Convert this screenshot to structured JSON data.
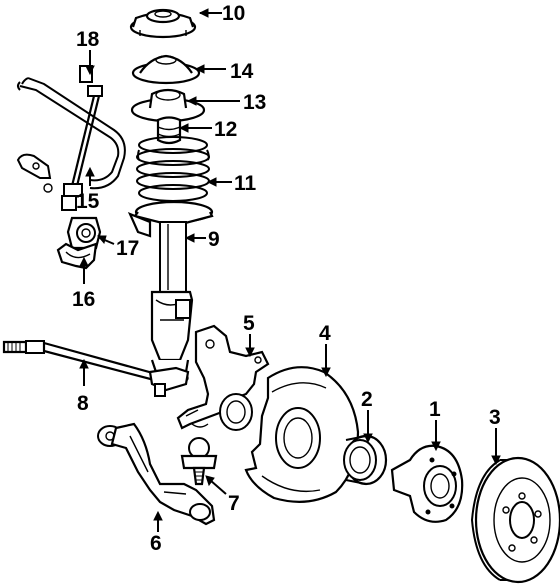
{
  "diagram": {
    "parts": [
      {
        "id": "1",
        "label": "1"
      },
      {
        "id": "2",
        "label": "2"
      },
      {
        "id": "3",
        "label": "3"
      },
      {
        "id": "4",
        "label": "4"
      },
      {
        "id": "5",
        "label": "5"
      },
      {
        "id": "6",
        "label": "6"
      },
      {
        "id": "7",
        "label": "7"
      },
      {
        "id": "8",
        "label": "8"
      },
      {
        "id": "9",
        "label": "9"
      },
      {
        "id": "10",
        "label": "10"
      },
      {
        "id": "11",
        "label": "11"
      },
      {
        "id": "12",
        "label": "12"
      },
      {
        "id": "13",
        "label": "13"
      },
      {
        "id": "14",
        "label": "14"
      },
      {
        "id": "15",
        "label": "15"
      },
      {
        "id": "16",
        "label": "16"
      },
      {
        "id": "17",
        "label": "17"
      },
      {
        "id": "18",
        "label": "18"
      }
    ],
    "colors": {
      "line": "#000000",
      "background": "#ffffff"
    }
  }
}
